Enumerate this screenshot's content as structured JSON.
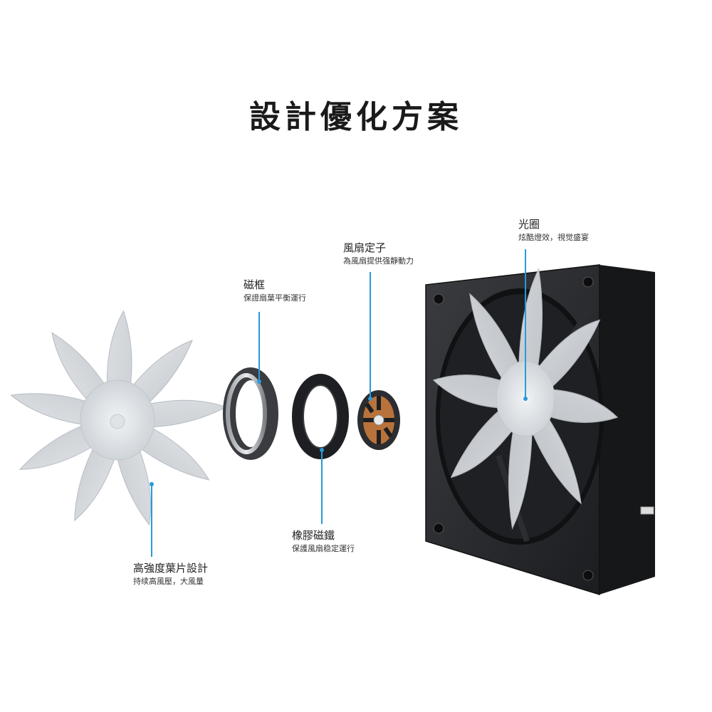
{
  "title": "設計優化方案",
  "parts": {
    "blade": {
      "name": "高強度葉片設計",
      "desc": "持续高風壓，大風量"
    },
    "magnet_frame": {
      "name": "磁框",
      "desc": "保證扇葉平衡運行"
    },
    "rubber_magnet": {
      "name": "橡膠磁鐵",
      "desc": "保護風扇稳定運行"
    },
    "stator": {
      "name": "風扇定子",
      "desc": "為風扇提供强靜動力"
    },
    "light_ring": {
      "name": "光圈",
      "desc": "炫酷燈效，視觉盛宴"
    }
  },
  "colors": {
    "callout_line": "#2a9ad8",
    "frame": "#2b2d30",
    "blade": "#cfd3d8"
  }
}
